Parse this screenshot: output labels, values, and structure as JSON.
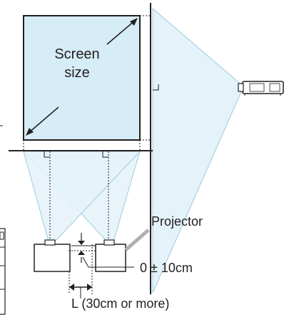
{
  "labels": {
    "screen_line1": "Screen",
    "screen_line2": "size",
    "projector": "Projector",
    "offset": "0 ± 10cm",
    "distance": "L (30cm or more)"
  },
  "colors": {
    "screen_fill": "#d6ecf6",
    "beam_fill": "#e4f2f9",
    "beam_stroke": "#9ccbe0",
    "projector_fill": "#ffffff",
    "line": "#231f20",
    "pointer": "#b0b0b0"
  }
}
